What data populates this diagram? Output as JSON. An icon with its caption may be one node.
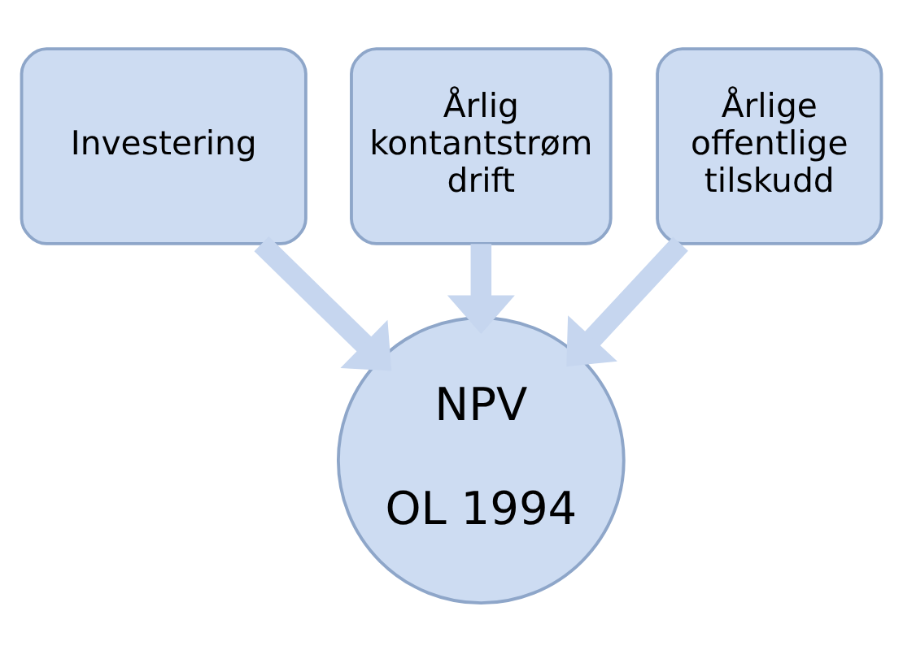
{
  "diagram": {
    "nodes": [
      {
        "text": [
          "Investering"
        ]
      },
      {
        "text": [
          "Årlig kontantstrøm drift"
        ]
      },
      {
        "text": [
          "Årlige offentlige tilskudd"
        ]
      },
      {
        "text": [
          "NPV",
          "OL 1994"
        ]
      }
    ],
    "edges": [
      {
        "from": 0,
        "to": 3,
        "arrow": "to"
      },
      {
        "from": 1,
        "to": 3,
        "arrow": "to"
      },
      {
        "from": 2,
        "to": 3,
        "arrow": "to"
      }
    ]
  }
}
